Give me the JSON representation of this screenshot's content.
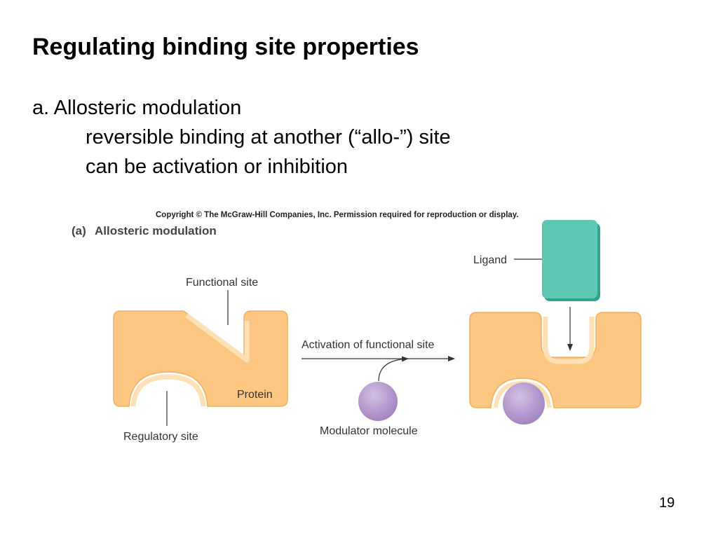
{
  "slide": {
    "title": "Regulating binding site properties",
    "bullets": [
      "a. Allosteric modulation",
      "reversible binding at another (“allo-”) site",
      "can be activation or inhibition"
    ],
    "page_number": "19"
  },
  "figure": {
    "copyright": "Copyright © The McGraw-Hill Companies, Inc. Permission required for reproduction or display.",
    "panel_label": "(a)",
    "panel_title": "Allosteric modulation",
    "labels": {
      "functional_site": "Functional site",
      "protein": "Protein",
      "regulatory_site": "Regulatory site",
      "activation": "Activation of functional site",
      "modulator": "Modulator molecule",
      "ligand": "Ligand"
    },
    "colors": {
      "protein": "#fcc782",
      "protein_light": "#fde0b3",
      "protein_shadow": "#e8a860",
      "ligand": "#5fc8b4",
      "ligand_dark": "#2fa58f",
      "modulator": "#b79bd0",
      "modulator_light": "#d3c0e4"
    }
  }
}
